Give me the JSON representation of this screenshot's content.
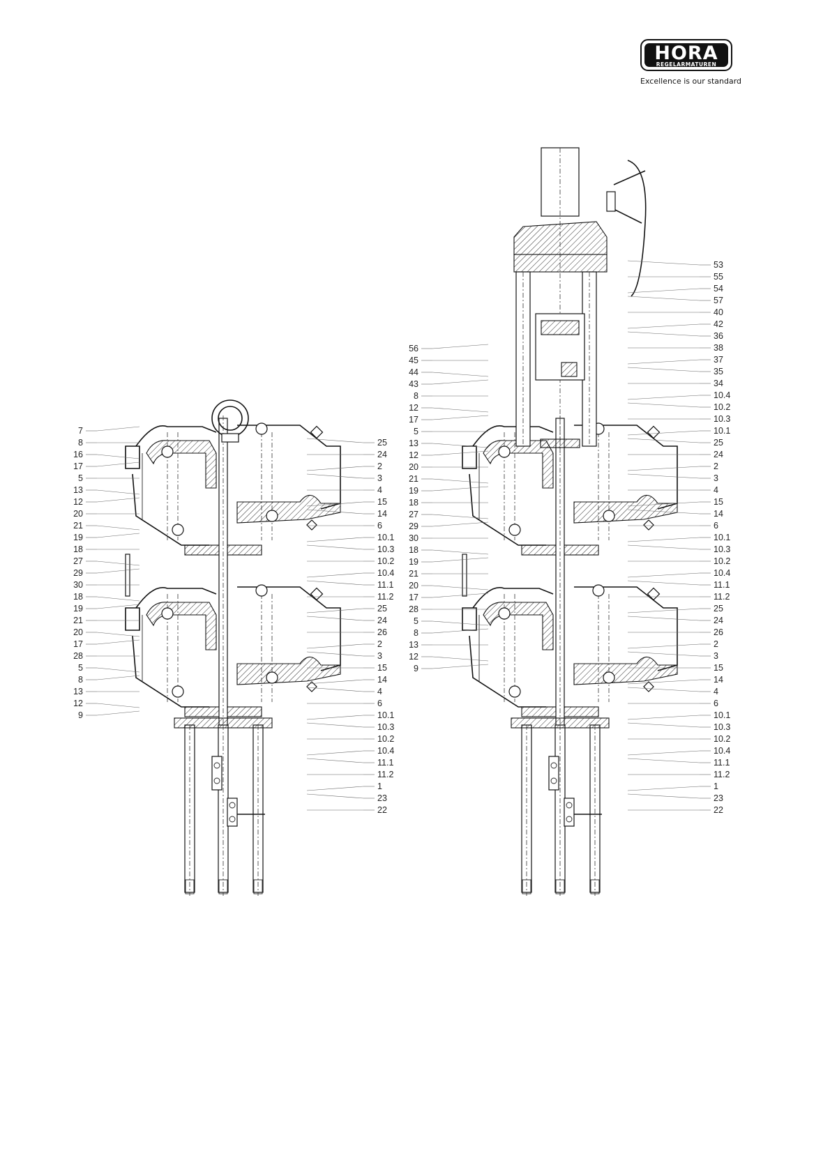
{
  "logo": {
    "name": "HORA",
    "subtitle": "REGELARMATUREN",
    "slogan": "Excellence is our standard"
  },
  "left_view": {
    "labels_left": [
      "7",
      "8",
      "16",
      "17",
      "5",
      "13",
      "12",
      "20",
      "21",
      "19",
      "18",
      "27",
      "29",
      "30",
      "18",
      "19",
      "21",
      "20",
      "17",
      "28",
      "5",
      "8",
      "13",
      "12",
      "9"
    ],
    "labels_right": [
      "25",
      "24",
      "2",
      "3",
      "4",
      "15",
      "14",
      "6",
      "10.1",
      "10.3",
      "10.2",
      "10.4",
      "11.1",
      "11.2",
      "25",
      "24",
      "26",
      "2",
      "3",
      "15",
      "14",
      "4",
      "6",
      "10.1",
      "10.3",
      "10.2",
      "10.4",
      "11.1",
      "11.2",
      "1",
      "23",
      "22"
    ]
  },
  "right_view": {
    "labels_left": [
      "56",
      "45",
      "44",
      "43",
      "8",
      "12",
      "17",
      "5",
      "13",
      "12",
      "20",
      "21",
      "19",
      "18",
      "27",
      "29",
      "30",
      "18",
      "19",
      "21",
      "20",
      "17",
      "28",
      "5",
      "8",
      "13",
      "12",
      "9"
    ],
    "labels_right": [
      "53",
      "55",
      "54",
      "57",
      "40",
      "42",
      "36",
      "38",
      "37",
      "35",
      "34",
      "10.4",
      "10.2",
      "10.3",
      "10.1",
      "25",
      "24",
      "2",
      "3",
      "4",
      "15",
      "14",
      "6",
      "10.1",
      "10.3",
      "10.2",
      "10.4",
      "11.1",
      "11.2",
      "25",
      "24",
      "26",
      "2",
      "3",
      "15",
      "14",
      "4",
      "6",
      "10.1",
      "10.3",
      "10.2",
      "10.4",
      "11.1",
      "11.2",
      "1",
      "23",
      "22"
    ]
  }
}
